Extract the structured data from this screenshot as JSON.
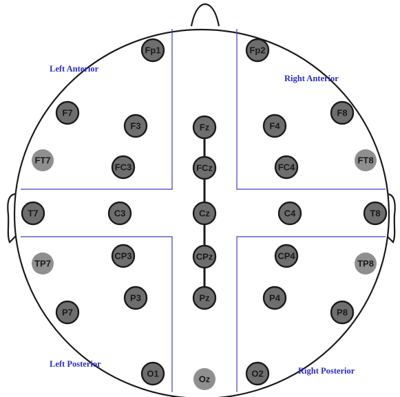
{
  "regions": {
    "left_anterior": "Left Anterior",
    "right_anterior": "Right Anterior",
    "left_posterior": "Left Posterior",
    "right_posterior": "Right Posterior"
  },
  "colors": {
    "electrode_dark": "#6e6e6e",
    "electrode_light": "#8f8f8f",
    "region_line": "#3c3cc8",
    "region_label": "#2a2ac8",
    "outline": "#1a1a1a"
  },
  "electrodes": [
    {
      "id": "Fp1",
      "style": "dark"
    },
    {
      "id": "Fp2",
      "style": "dark"
    },
    {
      "id": "F7",
      "style": "dark"
    },
    {
      "id": "F3",
      "style": "dark"
    },
    {
      "id": "Fz",
      "style": "dark"
    },
    {
      "id": "F4",
      "style": "dark"
    },
    {
      "id": "F8",
      "style": "dark"
    },
    {
      "id": "FT7",
      "style": "light"
    },
    {
      "id": "FC3",
      "style": "dark"
    },
    {
      "id": "FCz",
      "style": "dark"
    },
    {
      "id": "FC4",
      "style": "dark"
    },
    {
      "id": "FT8",
      "style": "light"
    },
    {
      "id": "T7",
      "style": "dark"
    },
    {
      "id": "C3",
      "style": "dark"
    },
    {
      "id": "Cz",
      "style": "dark"
    },
    {
      "id": "C4",
      "style": "dark"
    },
    {
      "id": "T8",
      "style": "dark"
    },
    {
      "id": "TP7",
      "style": "light"
    },
    {
      "id": "CP3",
      "style": "dark"
    },
    {
      "id": "CPz",
      "style": "dark"
    },
    {
      "id": "CP4",
      "style": "dark"
    },
    {
      "id": "TP8",
      "style": "light"
    },
    {
      "id": "P7",
      "style": "dark"
    },
    {
      "id": "P3",
      "style": "dark"
    },
    {
      "id": "Pz",
      "style": "dark"
    },
    {
      "id": "P4",
      "style": "dark"
    },
    {
      "id": "P8",
      "style": "dark"
    },
    {
      "id": "O1",
      "style": "dark"
    },
    {
      "id": "Oz",
      "style": "light"
    },
    {
      "id": "O2",
      "style": "dark"
    }
  ],
  "midline_chain": [
    "Fz",
    "FCz",
    "Cz",
    "CPz",
    "Pz"
  ]
}
